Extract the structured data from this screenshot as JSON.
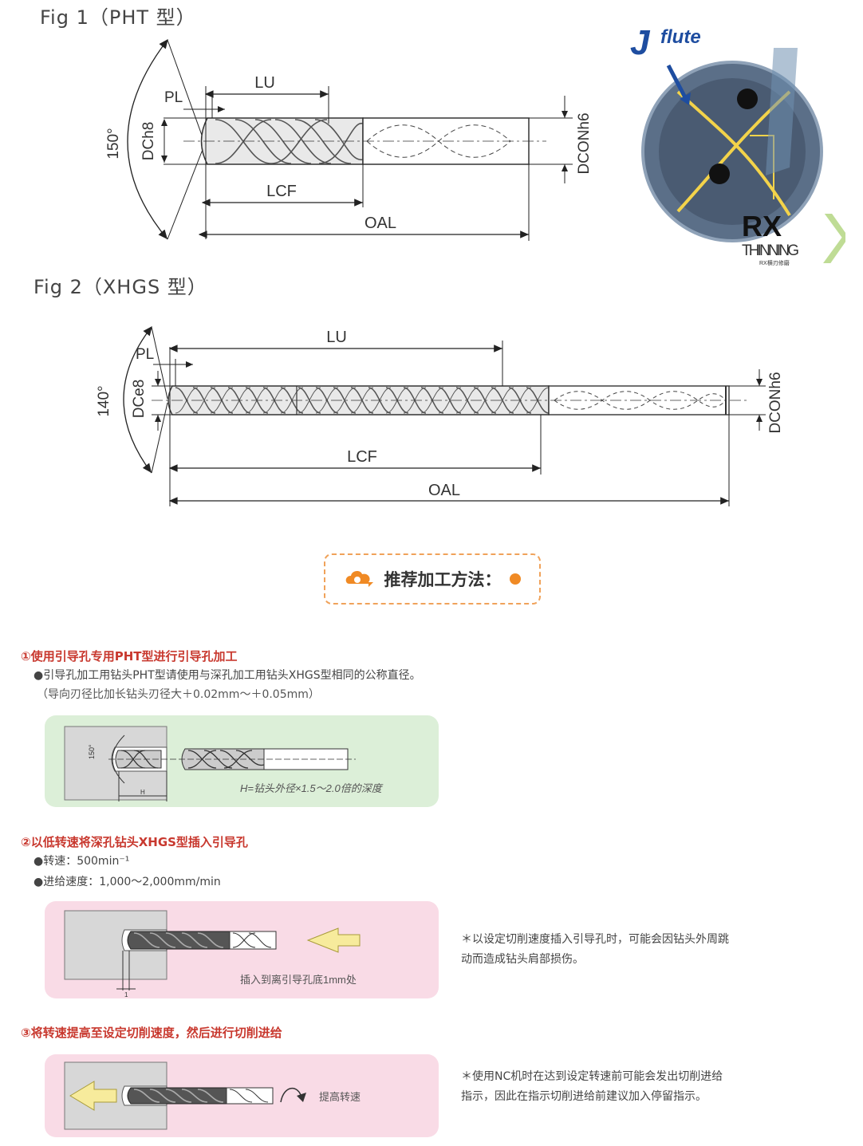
{
  "fig1": {
    "title": "Fig 1（PHT 型）",
    "labels": {
      "angle": "150°",
      "pl": "PL",
      "lu": "LU",
      "dc": "DCh8",
      "lcf": "LCF",
      "oal": "OAL",
      "dcon": "DCONh6"
    }
  },
  "fig2": {
    "title": "Fig 2（XHGS 型）",
    "labels": {
      "angle": "140°",
      "pl": "PL",
      "lu": "LU",
      "dc": "DCe8",
      "lcf": "LCF",
      "oal": "OAL",
      "dcon": "DCONh6"
    }
  },
  "logo": {
    "jflute_j": "J",
    "jflute": "flute",
    "rx": "RX",
    "thinning": "THINNING",
    "x": "X",
    "sub": "RX横刃修磨"
  },
  "heading": {
    "text": "推荐加工方法："
  },
  "step1": {
    "title": "①使用引导孔专用PHT型进行引导孔加工",
    "bullet": "●引导孔加工用钻头PHT型请使用与深孔加工用钻头XHGS型相同的公称直径。",
    "note": "（导向刃径比加长钻头刃径大＋0.02mm～＋0.05mm）",
    "angle": "150°",
    "h_label": "H",
    "caption": "H=钻头外径×1.5～2.0倍的深度"
  },
  "step2": {
    "title": "②以低转速将深孔钻头XHGS型插入引导孔",
    "speed": "●转速：500min⁻¹",
    "feed": "●进给速度：1,000～2,000mm/min",
    "caption": "插入到离引导孔底1mm处",
    "dim": "1",
    "side_note": "＊以设定切削速度插入引导孔时，可能会因钻头外周跳动而造成钻头肩部损伤。"
  },
  "step3": {
    "title": "③将转速提高至设定切削速度，然后进行切削进给",
    "caption": "提高转速",
    "side_note": "＊使用NC机时在达到设定转速前可能会发出切削进给指示，因此在指示切削进给前建议加入停留指示。"
  },
  "colors": {
    "green_panel": "#dcefd8",
    "pink_panel": "#f9dbe6",
    "red_title": "#c8382e",
    "arrow_yellow": "#f7eb9c",
    "heading_orange": "#f08a24"
  }
}
